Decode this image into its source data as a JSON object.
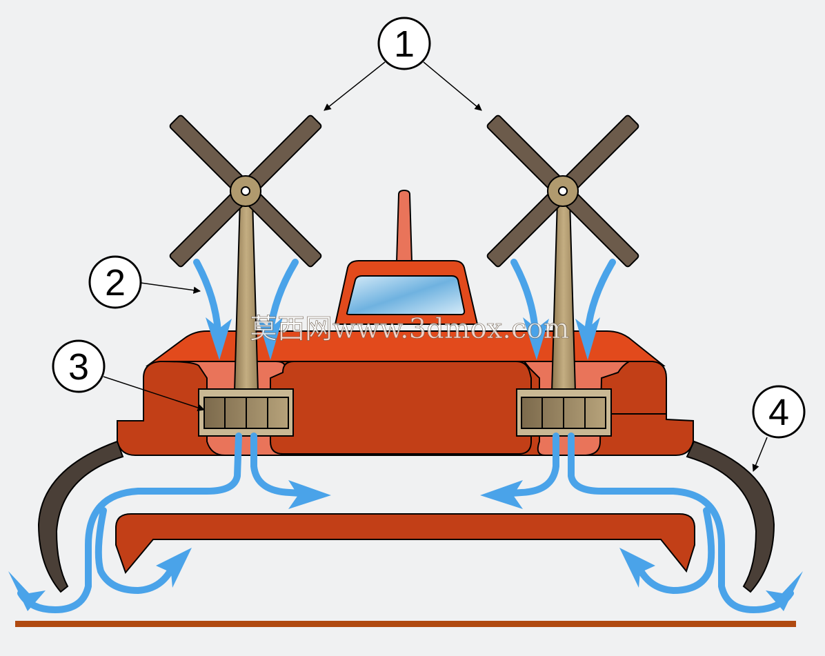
{
  "callouts": [
    {
      "id": "callout-1",
      "label": "1"
    },
    {
      "id": "callout-2",
      "label": "2"
    },
    {
      "id": "callout-3",
      "label": "3"
    },
    {
      "id": "callout-4",
      "label": "4"
    }
  ],
  "watermark": "莫西网www.3dmox.com",
  "colors": {
    "background": "#f0f1f2",
    "hull_top": "#e24a1c",
    "hull_body": "#c23f17",
    "hull_light": "#e9745a",
    "propeller": "#6c5b4b",
    "shaft": "#b09a6e",
    "skirt": "#4a3f37",
    "air_flow": "#4aa3e9",
    "ground": "#b04a10",
    "window": "#9ccbeb"
  }
}
